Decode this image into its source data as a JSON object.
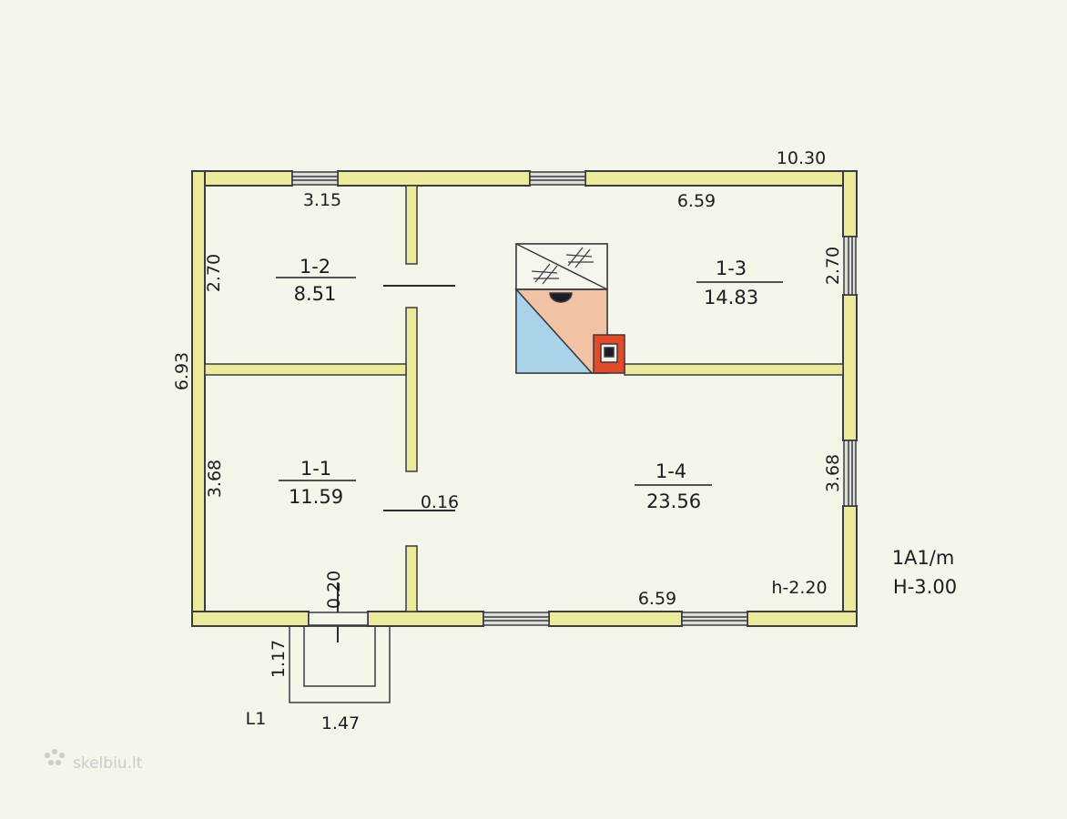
{
  "drawing": {
    "overall_width": "10.30",
    "overall_depth": "6.93",
    "ceiling_height_label": "H-3.00",
    "passage_height_label": "h-2.20",
    "building_code": "1A1/m",
    "porch_label": "L1"
  },
  "rooms": [
    {
      "id": "1-2",
      "area": "8.51"
    },
    {
      "id": "1-3",
      "area": "14.83"
    },
    {
      "id": "1-1",
      "area": "11.59"
    },
    {
      "id": "1-4",
      "area": "23.56"
    }
  ],
  "dimensions": {
    "room_1_2_width": "3.15",
    "room_1_2_depth": "2.70",
    "room_1_3_width": "6.59",
    "room_1_3_depth": "2.70",
    "room_1_1_depth": "3.68",
    "room_1_4_depth": "3.68",
    "room_1_4_width": "6.59",
    "partition_thickness": "0.16",
    "porch_depth": "1.17",
    "porch_width": "1.47",
    "porch_step": "0.20"
  },
  "watermark": "skelbiu.lt",
  "colors": {
    "wall_fill": "#ecea9c",
    "wall_line": "#3a3a40",
    "stove_blue": "#a9d3e8",
    "stove_orange": "#f2c2a4",
    "stove_red": "#e34a2a",
    "background": "#f3f6e9"
  }
}
